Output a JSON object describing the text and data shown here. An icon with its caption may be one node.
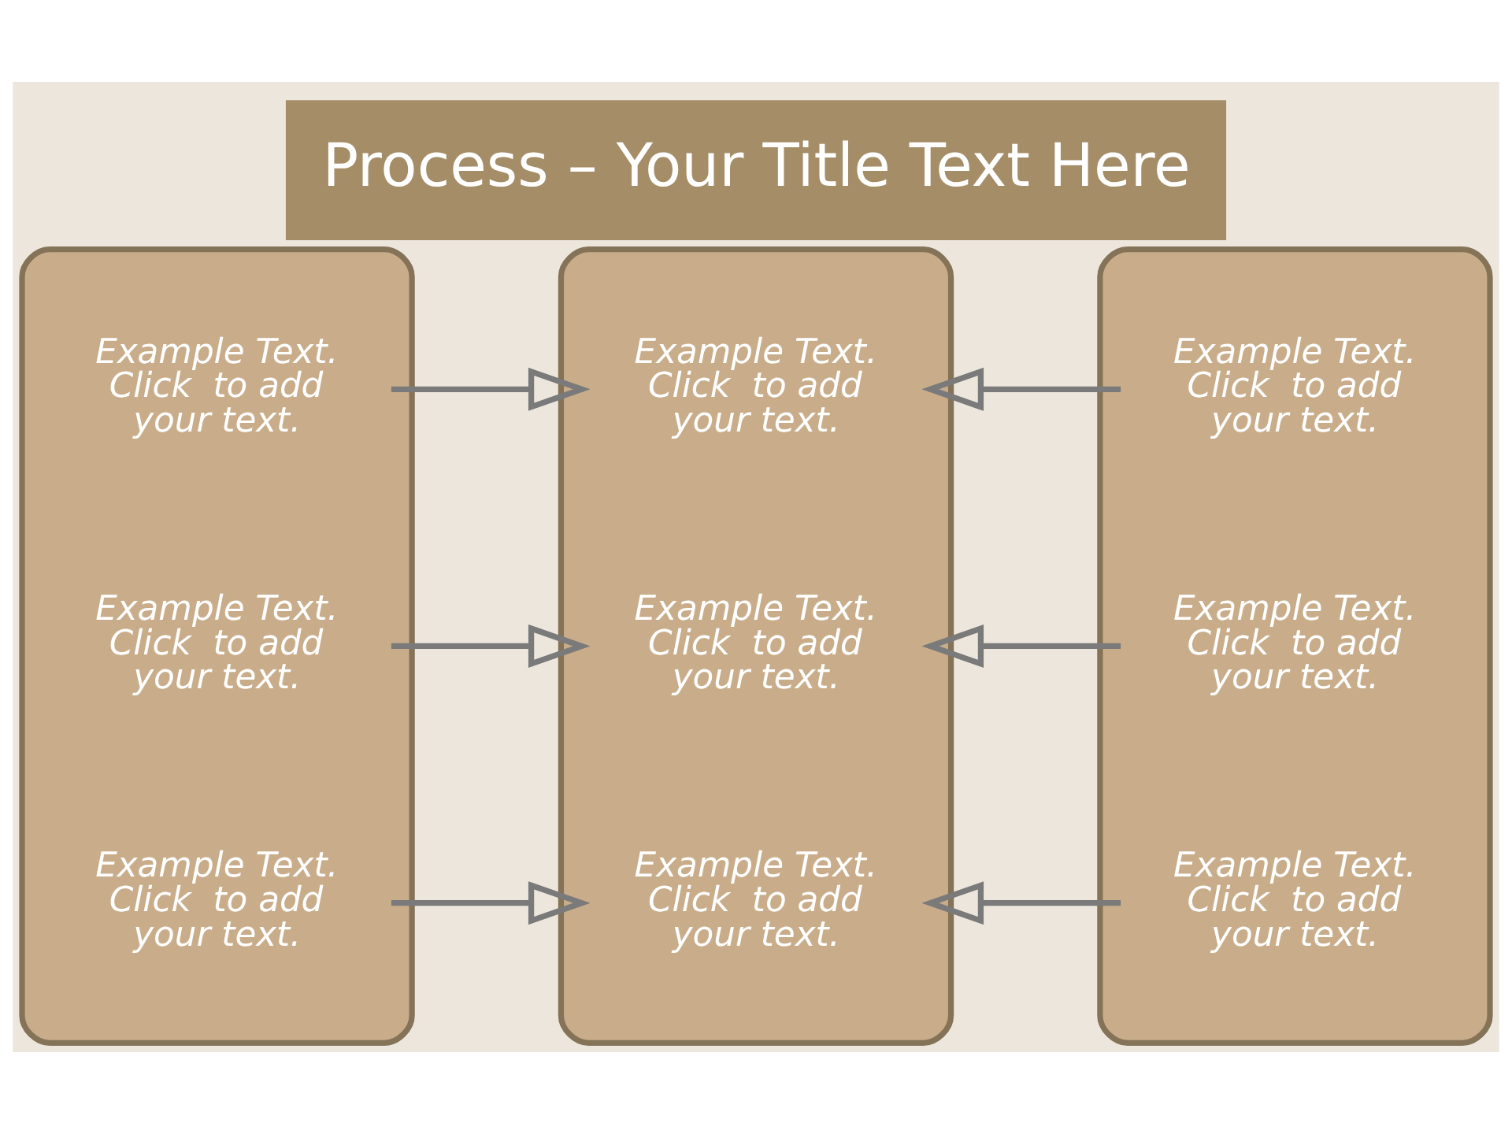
{
  "diagram": {
    "title": "Process – Your Title Text Here",
    "nodes": [
      {
        "text": [
          "Example Text. Click  to add your text.",
          "Example Text. Click  to add your text.",
          "Example Text. Click  to add your text."
        ]
      },
      {
        "text": [
          "Example Text. Click  to add your text.",
          "Example Text. Click  to add your text.",
          "Example Text. Click  to add your text."
        ]
      },
      {
        "text": [
          "Example Text. Click  to add your text.",
          "Example Text. Click  to add your text.",
          "Example Text. Click  to add your text."
        ]
      }
    ],
    "edges": [
      {
        "from": 0,
        "to": 1,
        "arrow": "to"
      },
      {
        "from": 0,
        "to": 1,
        "arrow": "to"
      },
      {
        "from": 0,
        "to": 1,
        "arrow": "to"
      },
      {
        "from": 2,
        "to": 1,
        "arrow": "to"
      },
      {
        "from": 2,
        "to": 1,
        "arrow": "to"
      },
      {
        "from": 2,
        "to": 1,
        "arrow": "to"
      }
    ]
  }
}
